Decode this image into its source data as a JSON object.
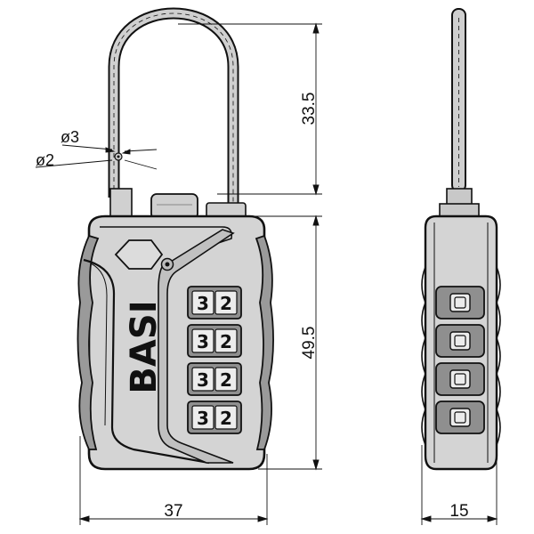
{
  "brand": "BASI",
  "dimensions": {
    "shackle_height": "33.5",
    "body_height": "49.5",
    "body_width": "37",
    "depth": "15",
    "shackle_outer_dia": "ø3",
    "shackle_inner_dia": "ø2"
  },
  "dials": [
    {
      "d1": "3",
      "d2": "2"
    },
    {
      "d1": "3",
      "d2": "2"
    },
    {
      "d1": "3",
      "d2": "2"
    },
    {
      "d1": "3",
      "d2": "2"
    }
  ],
  "colors": {
    "body": "#d4d4d4",
    "body_dark": "#a9a9a9",
    "line": "#111111",
    "shackle": "#cfcfcf"
  }
}
